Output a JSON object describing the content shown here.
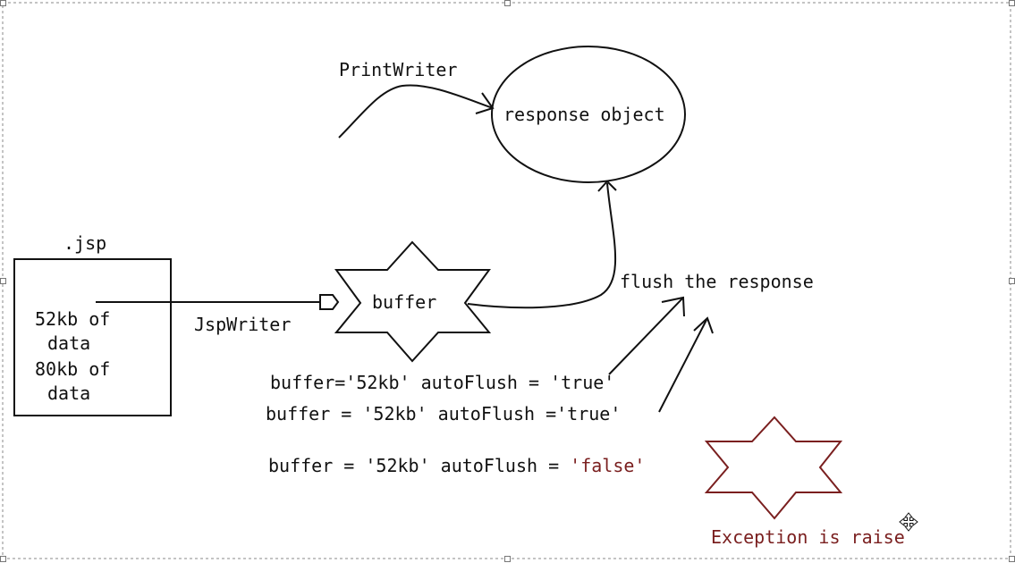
{
  "labels": {
    "printwriter": "PrintWriter",
    "response_object": "response object",
    "jsp": ".jsp",
    "data_line1": "52kb of",
    "data_line2": "data",
    "data_line3": "80kb of",
    "data_line4": "data",
    "jspwriter": "JspWriter",
    "buffer": "buffer",
    "flush": "flush the response",
    "buffer_config_1": "buffer='52kb' autoFlush = 'true'",
    "buffer_config_2": "buffer = '52kb' autoFlush ='true'",
    "buffer_config_3_prefix": "buffer = '52kb' autoFlush = ",
    "buffer_config_3_value": "'false'",
    "exception": "Exception is raise"
  },
  "colors": {
    "stroke": "#111111",
    "exception": "#7a1f1f",
    "selection_border": "#888888"
  }
}
